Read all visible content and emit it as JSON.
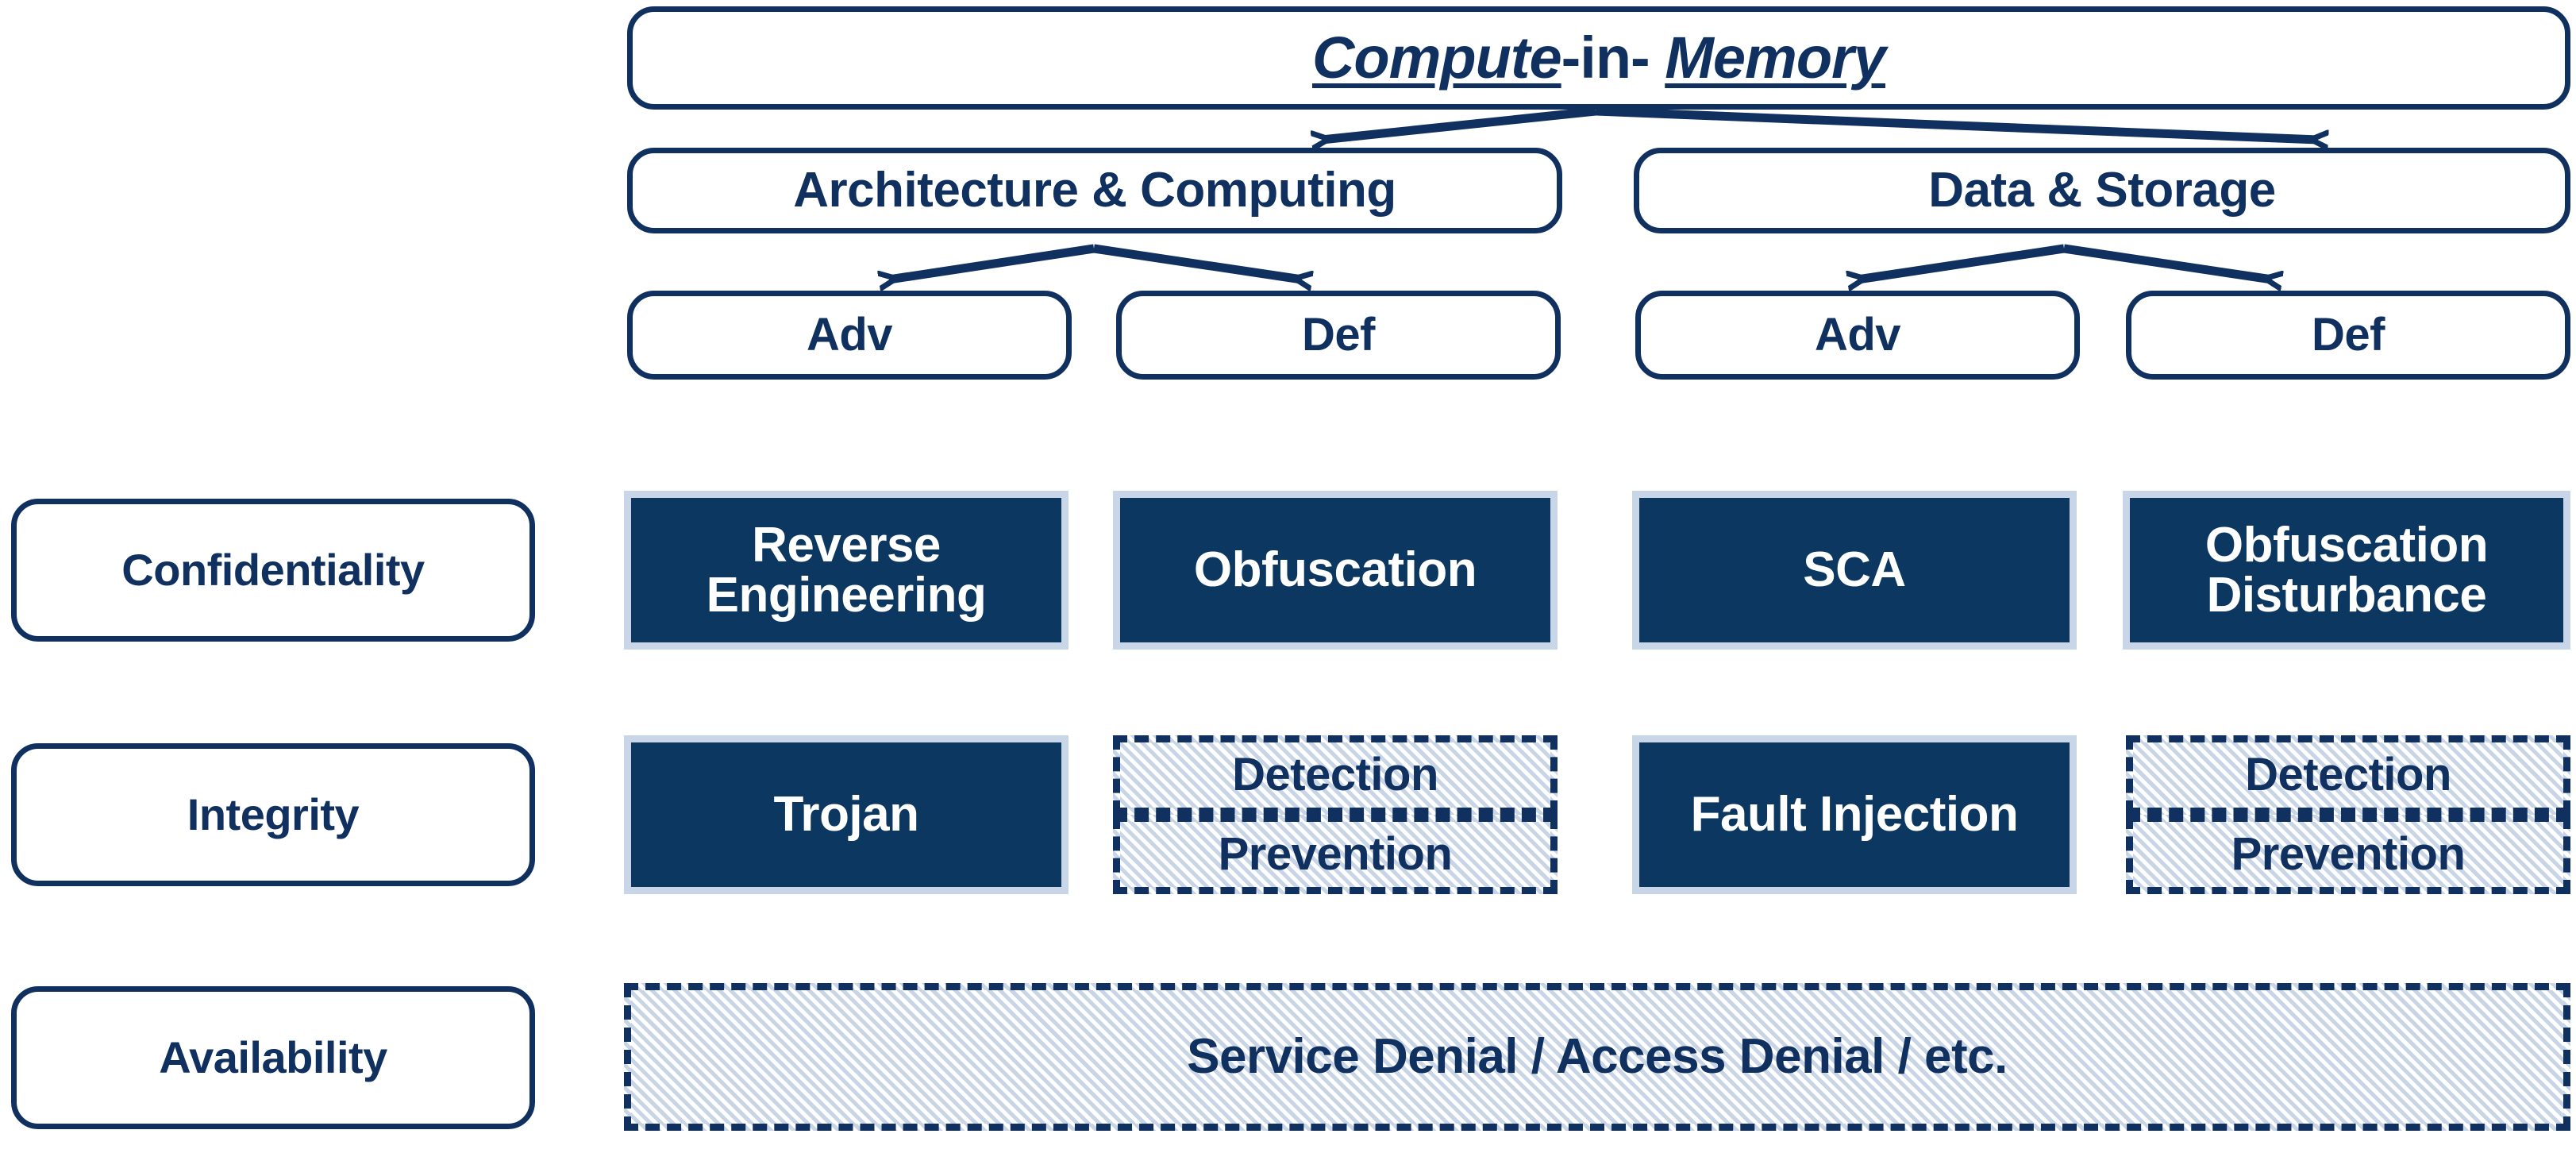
{
  "colors": {
    "navy": "#10305f",
    "fill_navy": "#0b3761",
    "fill_border": "#c9d6e8",
    "hatch": "#c7d5e6",
    "white": "#ffffff"
  },
  "hierarchy": {
    "root": {
      "label_full": "Compute -in- Memory",
      "part_a": "Compute",
      "part_mid": "-in-",
      "part_b": "Memory"
    },
    "branches": [
      {
        "label": "Architecture & Computing"
      },
      {
        "label": "Data & Storage"
      }
    ],
    "leaves": [
      {
        "label": "Adv"
      },
      {
        "label": "Def"
      },
      {
        "label": "Adv"
      },
      {
        "label": "Def"
      }
    ]
  },
  "matrix": {
    "row_labels": [
      {
        "label": "Confidentiality"
      },
      {
        "label": "Integrity"
      },
      {
        "label": "Availability"
      }
    ],
    "confidentiality": [
      {
        "label": "Reverse Engineering",
        "style": "filled"
      },
      {
        "label": "Obfuscation",
        "style": "filled"
      },
      {
        "label": "SCA",
        "style": "filled"
      },
      {
        "label": "Obfuscation Disturbance",
        "style": "filled"
      }
    ],
    "integrity": [
      {
        "label": "Trojan",
        "style": "filled"
      },
      {
        "label": "Detection",
        "style": "dashed"
      },
      {
        "label": "Prevention",
        "style": "dashed"
      },
      {
        "label": "Fault Injection",
        "style": "filled"
      },
      {
        "label": "Detection",
        "style": "dashed"
      },
      {
        "label": "Prevention",
        "style": "dashed"
      }
    ],
    "availability": [
      {
        "label": "Service Denial / Access Denial / etc.",
        "style": "dashed"
      }
    ]
  }
}
